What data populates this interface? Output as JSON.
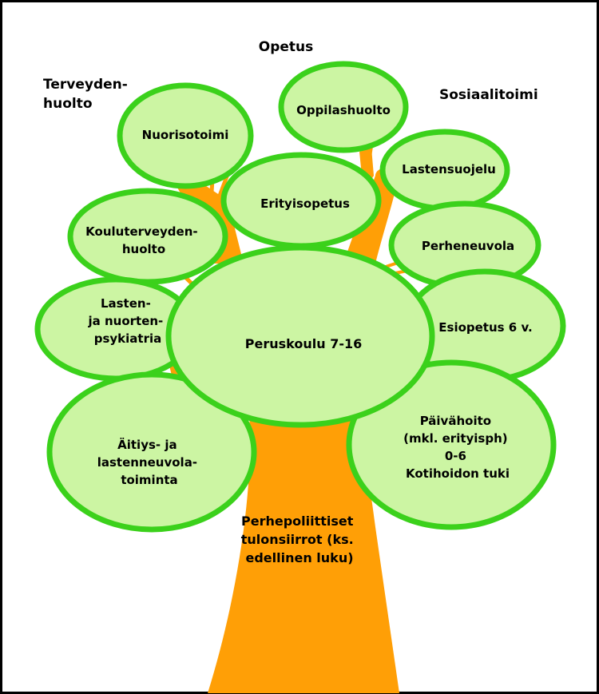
{
  "headings": {
    "top": "Opetus",
    "left_line1": "Terveyden-",
    "left_line2": "huolto",
    "right": "Sosiaalitoimi"
  },
  "nodes": {
    "nuorisotoimi": "Nuorisotoimi",
    "oppilashuolto": "Oppilashuolto",
    "lastensuojelu": "Lastensuojelu",
    "erityisopetus": "Erityisopetus",
    "kouluterveydenhuolto": [
      "Kouluterveyden-",
      "huolto"
    ],
    "perheneuvola": "Perheneuvola",
    "lasten_psykiatria": [
      "Lasten-",
      "ja nuorten-",
      "psykiatria"
    ],
    "peruskoulu": "Peruskoulu 7-16",
    "esiopetus": "Esiopetus 6 v.",
    "aitiysneuvola": [
      "Äitiys- ja",
      "lastenneuvola-",
      "toiminta"
    ],
    "paivahoito": [
      "Päivähoito",
      "(mkl. erityisph)",
      "0-6",
      "Kotihoidon tuki"
    ]
  },
  "trunk_label": [
    "Perhepoliittiset",
    "tulonsiirrot (ks.",
    "edellinen luku)"
  ],
  "colors": {
    "bubble_fill": "#ccf5a3",
    "bubble_stroke": "#3bd11b",
    "trunk": "#ff9f06",
    "frame": "#000000"
  }
}
